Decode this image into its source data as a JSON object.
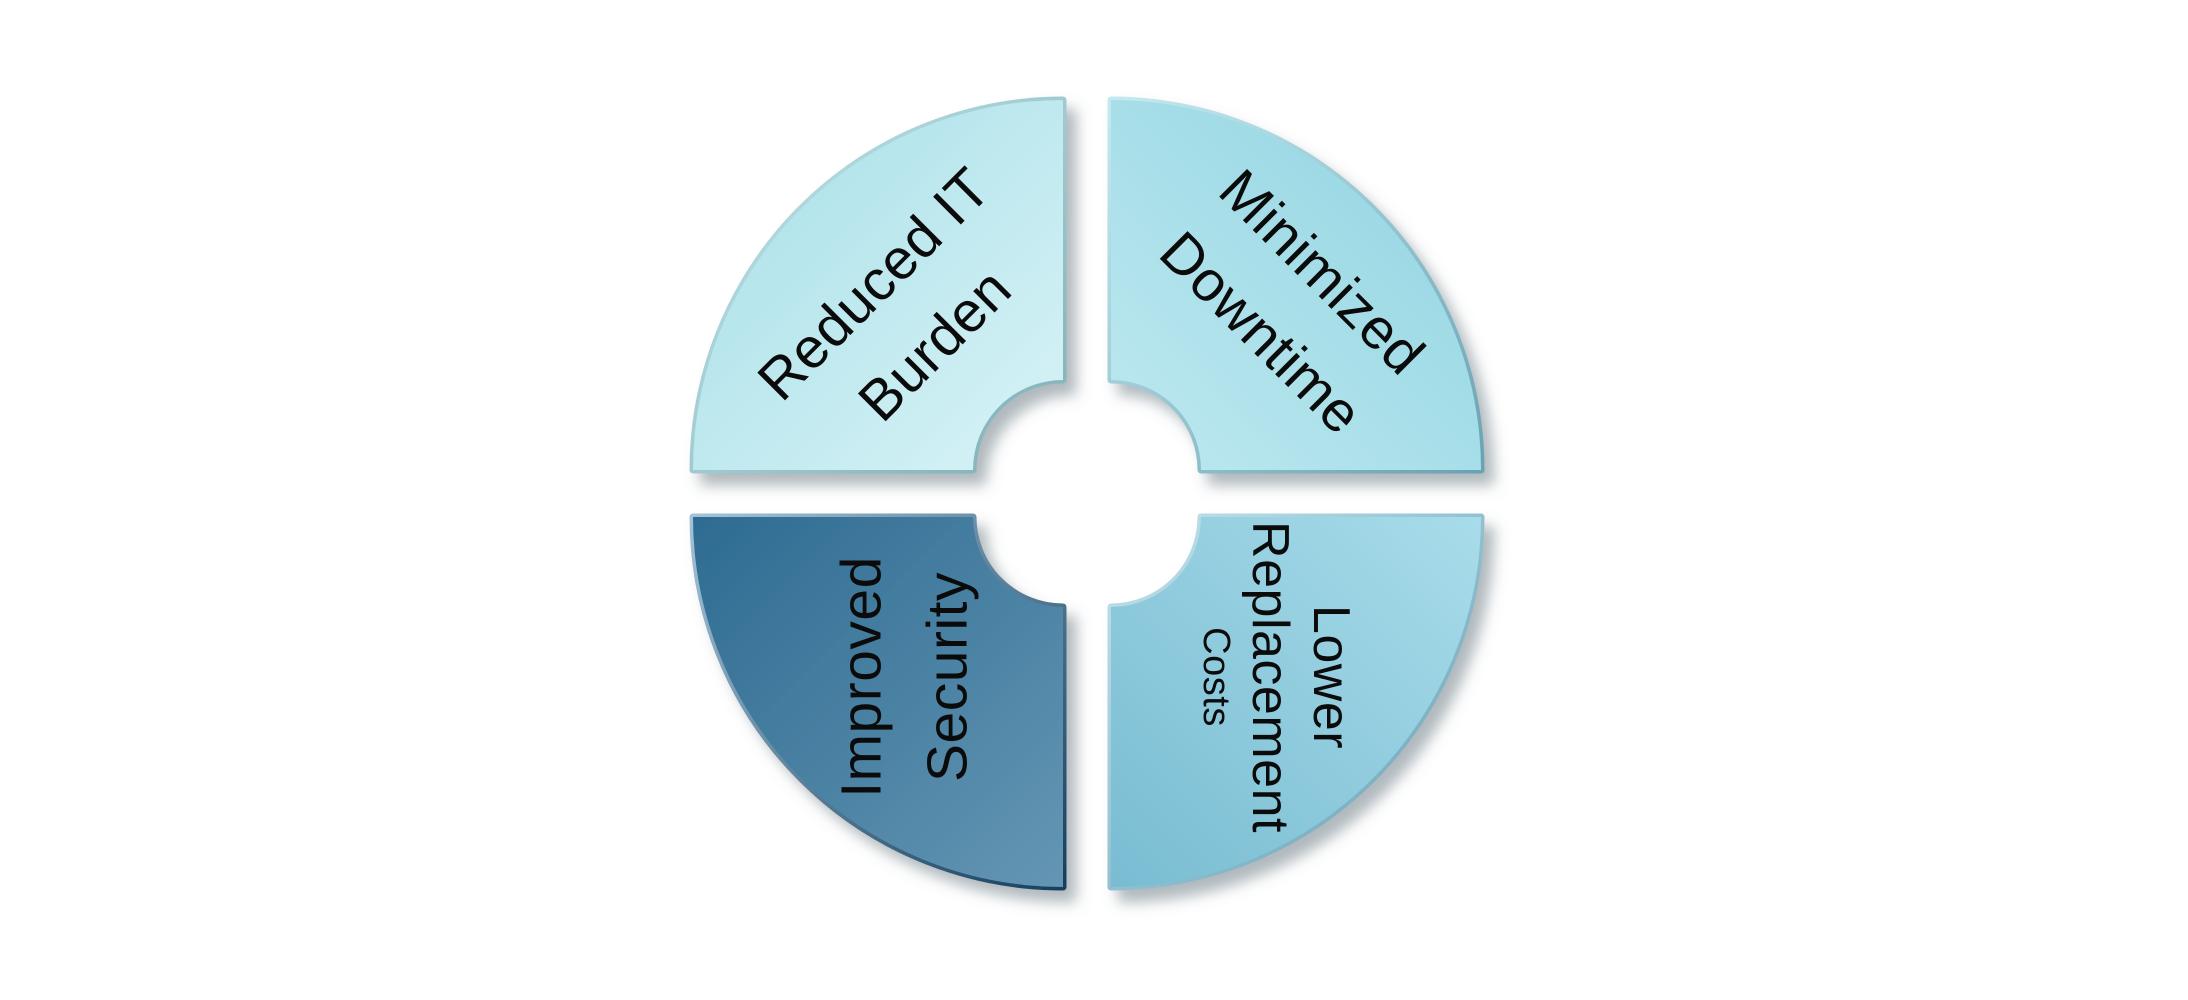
{
  "page": {
    "background": "#ffffff",
    "text_color": "#0b0b0b",
    "shadow_color": "#64727c"
  },
  "diagram": {
    "type": "four-quadrant-donut",
    "quadrants": [
      {
        "id": "top-left",
        "text": "Reduced IT Burden",
        "lines": [
          "Reduced IT",
          "Burden"
        ],
        "rotation_deg": -45,
        "fill_dark": "#a6dfe8",
        "fill_light": "#d8f3f6",
        "border_light": "#c2e6ea",
        "border_dark": "#7fafb7"
      },
      {
        "id": "top-right",
        "text": "Minimized Downtime",
        "lines": [
          "Minimized",
          "Downtime"
        ],
        "rotation_deg": 45,
        "fill_dark": "#8fd3e1",
        "fill_light": "#bfe9f0",
        "border_light": "#c5e9ef",
        "border_dark": "#69a3b3"
      },
      {
        "id": "bottom-left",
        "text": "Improved Security",
        "lines": [
          "Improved",
          "Security"
        ],
        "rotation_deg": -90,
        "fill_dark": "#2e6b92",
        "fill_light": "#6496b3",
        "border_light": "#a3c2d6",
        "border_dark": "#16405f"
      },
      {
        "id": "bottom-right",
        "text": "Lower Replacement Costs",
        "lines": [
          "Lower",
          "Replacement",
          "Costs"
        ],
        "rotation_deg": 90,
        "fill_dark": "#79bcd2",
        "fill_light": "#a8dcea",
        "border_light": "#c3e4ed",
        "border_dark": "#639db2"
      }
    ]
  }
}
